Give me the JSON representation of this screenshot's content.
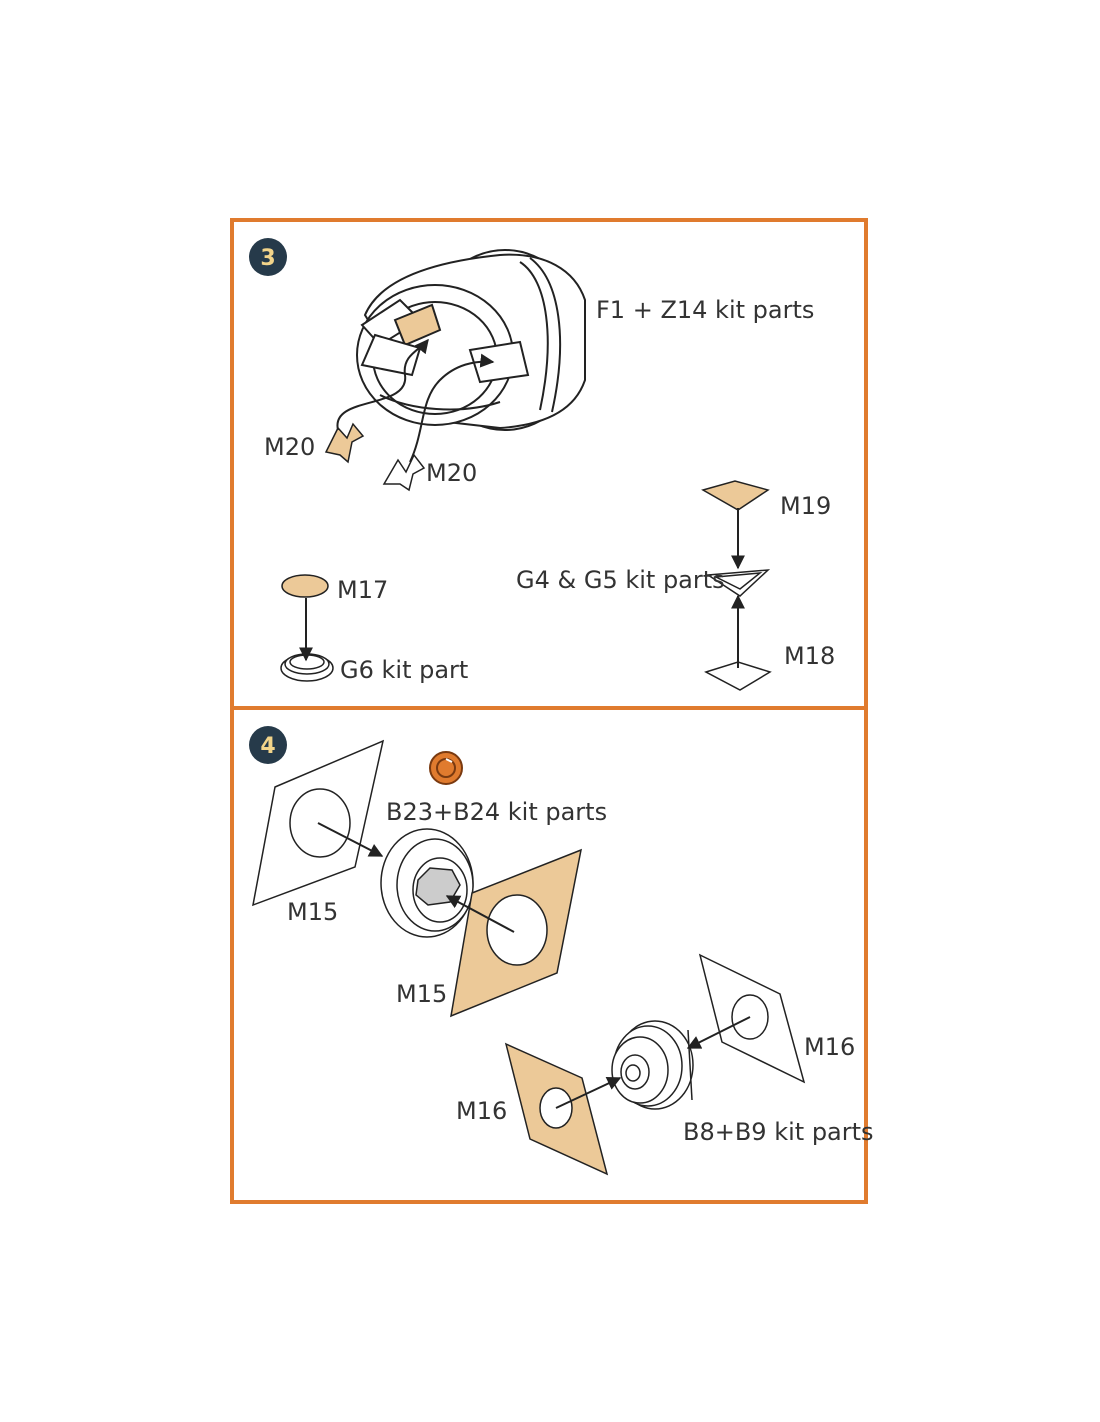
{
  "colors": {
    "frame": "#e07b2e",
    "part_fill": "#ecc998",
    "line": "#222222",
    "badge": "#263a4a",
    "badge_text": "#f2d48a"
  },
  "step3": {
    "number": "3",
    "labels": {
      "f1_z14": "F1 + Z14 kit parts",
      "m20_a": "M20",
      "m20_b": "M20",
      "m19": "M19",
      "g4_g5": "G4 & G5 kit parts",
      "m17": "M17",
      "g6": "G6 kit part",
      "m18": "M18"
    }
  },
  "step4": {
    "number": "4",
    "icons": [
      "rotate-symbol-icon"
    ],
    "labels": {
      "b23_b24": "B23+B24 kit parts",
      "m15_a": "M15",
      "m15_b": "M15",
      "m16_a": "M16",
      "m16_b": "M16",
      "b8_b9": "B8+B9 kit parts"
    }
  }
}
